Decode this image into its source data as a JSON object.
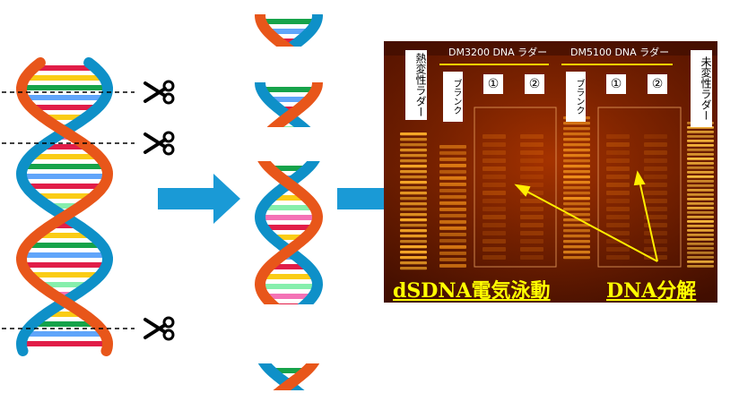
{
  "gel": {
    "lane_labels": {
      "heat_ladder": "熱変性ラダー",
      "blank1": "ブランク",
      "sample1a": "①",
      "sample1b": "②",
      "blank2": "ブランク",
      "sample2a": "①",
      "sample2b": "②",
      "native_ladder": "未変性ラダー"
    },
    "group1_title": "DM3200  DNA ラダー",
    "group2_title": "DM5100  DNA ラダー",
    "caption_left": "dSDNA電気泳動",
    "caption_right": "DNA分解"
  },
  "colors": {
    "arrow": "#1a9ad6",
    "gel_bg": "#5a1400",
    "band": "#ffb02a",
    "caption": "#ffff00",
    "yellow_arrow": "#ffee00"
  }
}
